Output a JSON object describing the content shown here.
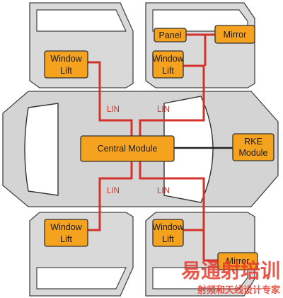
{
  "diagram": {
    "nodes": {
      "window_lift_front_left": {
        "line1": "Window",
        "line2": "Lift"
      },
      "panel": {
        "label": "Panel"
      },
      "mirror_right": {
        "label": "Mirror"
      },
      "window_lift_front_right": {
        "line1": "Window",
        "line2": "Lift"
      },
      "central_module": {
        "label": "Central Module"
      },
      "rke_module": {
        "line1": "RKE",
        "line2": "Module"
      },
      "window_lift_rear_left": {
        "line1": "Window",
        "line2": "Lift"
      },
      "window_lift_rear_right": {
        "line1": "Window",
        "line2": "Lift"
      },
      "mirror_rear": {
        "label": "Mirror"
      }
    },
    "bus_labels": {
      "lin_top_left": "LIN",
      "lin_top_right": "LIN",
      "lin_bottom_left": "LIN",
      "lin_bottom_right": "LIN"
    },
    "colors": {
      "module_fill": "#f5a21f",
      "module_stroke": "#333333",
      "lin_wire": "#d3322b",
      "rke_link": "#222222",
      "body_fill": "#d4d4d4",
      "door_fill": "#d9d9d9",
      "glass_fill": "#ffffff"
    }
  },
  "watermark": {
    "line1": "易通射培训",
    "line2": "射频和天线设计专家"
  }
}
